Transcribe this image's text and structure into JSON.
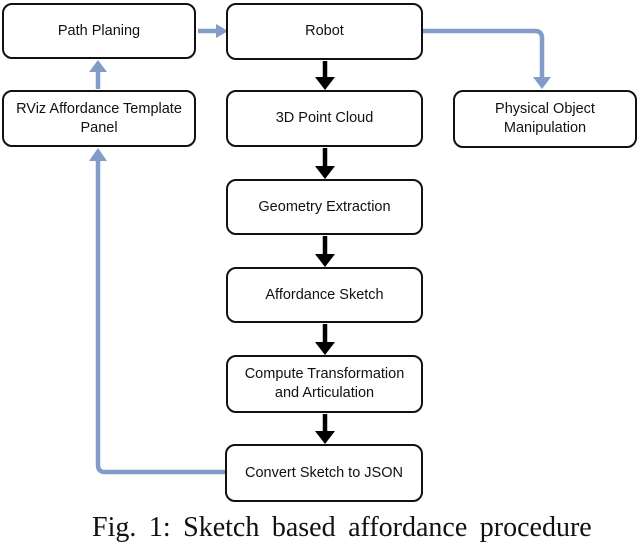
{
  "figure_caption": "Fig. 1: Sketch based affordance procedure",
  "nodes": {
    "path_planning": {
      "label": "Path Planing"
    },
    "robot": {
      "label": "Robot"
    },
    "rviz_panel": {
      "label": "RViz Affordance Template Panel"
    },
    "physical_object_manipulation": {
      "label": "Physical Object Manipulation"
    },
    "point_cloud": {
      "label": "3D Point Cloud"
    },
    "geometry_extraction": {
      "label": "Geometry Extraction"
    },
    "affordance_sketch": {
      "label": "Affordance Sketch"
    },
    "compute_transformation": {
      "label": "Compute Transformation and Articulation"
    },
    "convert_sketch_json": {
      "label": "Convert Sketch to JSON"
    }
  },
  "edges": [
    {
      "from": "path_planning",
      "to": "robot",
      "style": "blue"
    },
    {
      "from": "robot",
      "to": "physical_object_manipulation",
      "style": "blue"
    },
    {
      "from": "robot",
      "to": "point_cloud",
      "style": "black"
    },
    {
      "from": "point_cloud",
      "to": "geometry_extraction",
      "style": "black"
    },
    {
      "from": "geometry_extraction",
      "to": "affordance_sketch",
      "style": "black"
    },
    {
      "from": "affordance_sketch",
      "to": "compute_transformation",
      "style": "black"
    },
    {
      "from": "compute_transformation",
      "to": "convert_sketch_json",
      "style": "black"
    },
    {
      "from": "convert_sketch_json",
      "to": "rviz_panel",
      "style": "blue"
    },
    {
      "from": "rviz_panel",
      "to": "path_planning",
      "style": "blue"
    }
  ],
  "colors": {
    "arrow_blue": "#829bc8",
    "arrow_black": "#000000",
    "node_border": "#111111",
    "node_fill": "#ffffff",
    "background": "#ffffff"
  }
}
